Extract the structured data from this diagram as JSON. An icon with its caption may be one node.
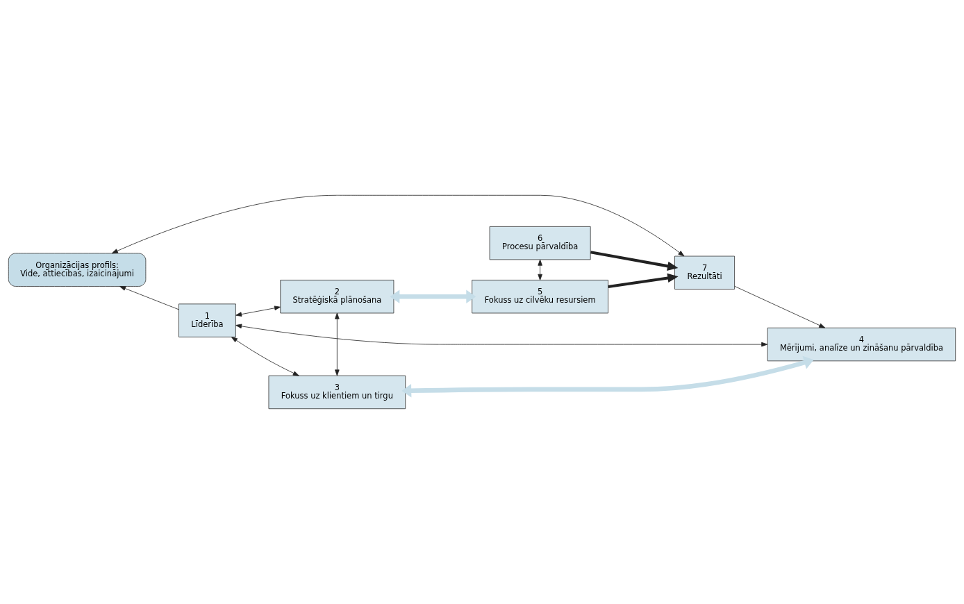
{
  "diagram": {
    "nodes": [
      {
        "text": [
          "Organizācijas profils:",
          "Vide, attiecības, izaicinājumi"
        ]
      },
      {
        "text": [
          "1",
          "Līderība"
        ]
      },
      {
        "text": [
          "2",
          "Stratēģiskā plānošana"
        ]
      },
      {
        "text": [
          "3",
          "Fokuss uz klientiem un tirgu"
        ]
      },
      {
        "text": [
          "5",
          "Fokuss uz cilvēku resursiem"
        ]
      },
      {
        "text": [
          "6",
          "Procesu pārvaldība"
        ]
      },
      {
        "text": [
          "7",
          "Rezultāti"
        ]
      },
      {
        "text": [
          "4",
          "Mērījumi, analīze un zināšanu pārvaldība"
        ]
      }
    ],
    "edges": [
      {
        "from": 1,
        "to": 0,
        "arrow": "to"
      },
      {
        "from": 1,
        "to": 7,
        "arrow": "both"
      },
      {
        "from": 0,
        "to": 6,
        "arrow": "both"
      },
      {
        "from": 6,
        "to": 7,
        "arrow": "to"
      },
      {
        "from": 1,
        "to": 2,
        "arrow": "both"
      },
      {
        "from": 1,
        "to": 3,
        "arrow": "both"
      },
      {
        "from": 2,
        "to": 3,
        "arrow": "both"
      },
      {
        "from": 2,
        "to": 4,
        "arrow": "both",
        "style": "thick",
        "color": "#c5dde8"
      },
      {
        "from": 4,
        "to": 5,
        "arrow": "both"
      },
      {
        "from": 4,
        "to": 6,
        "arrow": "to",
        "style": "thick"
      },
      {
        "from": 5,
        "to": 6,
        "arrow": "to",
        "style": "thick"
      },
      {
        "from": 3,
        "to": 7,
        "arrow": "both",
        "style": "thick",
        "color": "#c5dde8"
      }
    ]
  }
}
